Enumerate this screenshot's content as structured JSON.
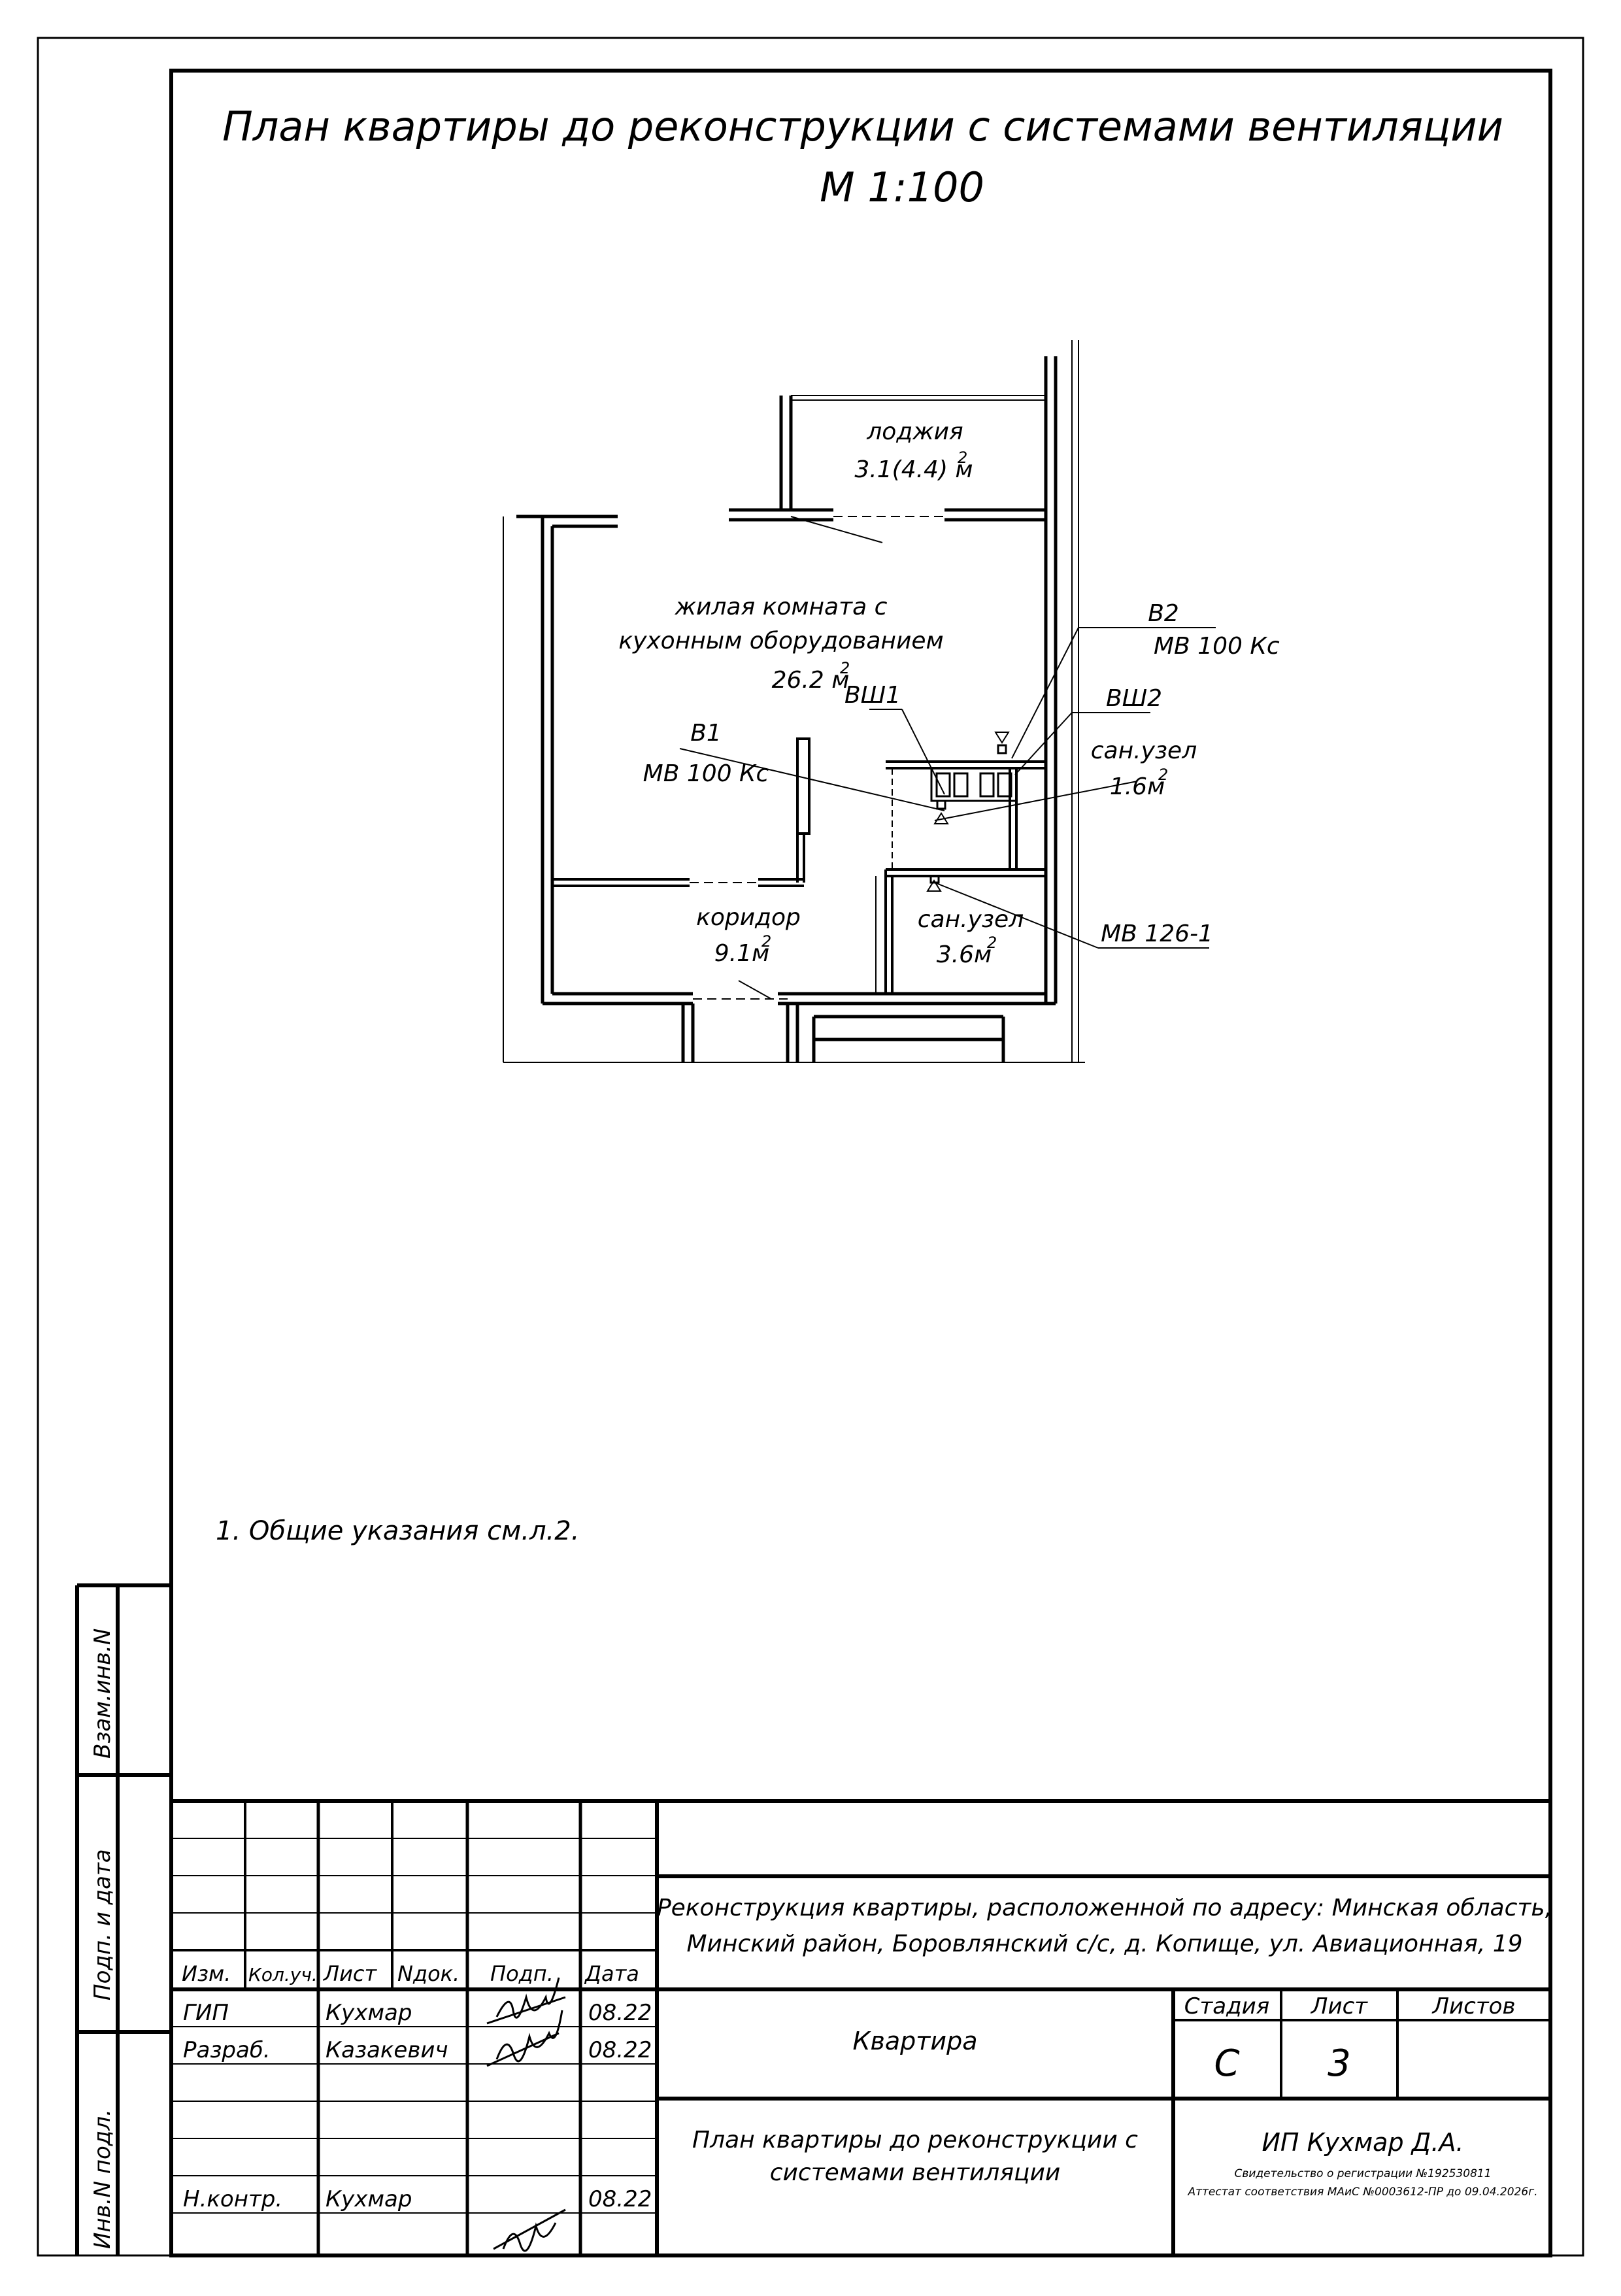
{
  "drawing": {
    "title_line1": "План квартиры до реконструкции с системами вентиляции",
    "title_line2": "М 1:100",
    "note": "1. Общие указания см.л.2."
  },
  "plan": {
    "loggia": {
      "name": "лоджия",
      "area": "3.1(4.4) м",
      "sup": "2"
    },
    "living": {
      "line1": "жилая комната с",
      "line2": "кухонным оборудованием",
      "area": "26.2 м",
      "sup": "2"
    },
    "corridor": {
      "name": "коридор",
      "area": "9.1м",
      "sup": "2"
    },
    "bath1": {
      "name": "сан.узел",
      "area": "1.6м",
      "sup": "2"
    },
    "bath2": {
      "name": "сан.узел",
      "area": "3.6м",
      "sup": "2"
    },
    "labels": {
      "b1": "В1",
      "b1_valve": "МВ 100 Кс",
      "b2": "В2",
      "b2_valve": "МВ 100 Кс",
      "vsh1": "ВШ1",
      "vsh2": "ВШ2",
      "mv126": "МВ 126-1"
    }
  },
  "side_stamp": {
    "vzam": "Взам.инв.N",
    "podp": "Подп. и дата",
    "inv": "Инв.N подл."
  },
  "title_block": {
    "headers": {
      "izm": "Изм.",
      "kol": "Кол.уч.",
      "list": "Лист",
      "ndok": "Nдок.",
      "podp": "Подп.",
      "date": "Дата"
    },
    "rows": [
      {
        "role": "ГИП",
        "name": "Кухмар",
        "date": "08.22"
      },
      {
        "role": "Разраб.",
        "name": "Казакевич",
        "date": "08.22"
      },
      {
        "role": "Н.контр.",
        "name": "Кухмар",
        "date": "08.22"
      }
    ],
    "project_line1": "Реконструкция квартиры, расположенной по адресу: Минская область,",
    "project_line2": "Минский район, Боровлянский с/с, д. Копище, ул. Авиационная, 19",
    "object": "Квартира",
    "sheet_title_line1": "План квартиры до реконструкции с",
    "sheet_title_line2": "системами вентиляции",
    "stage_header": "Стадия",
    "sheet_header": "Лист",
    "sheets_header": "Листов",
    "stage": "С",
    "sheet": "3",
    "sheets": "",
    "org": "ИП Кухмар Д.А.",
    "org_reg": "Свидетельство о регистрации №192530811",
    "org_att": "Аттестат соответствия МАиС №0003612-ПР до 09.04.2026г."
  }
}
